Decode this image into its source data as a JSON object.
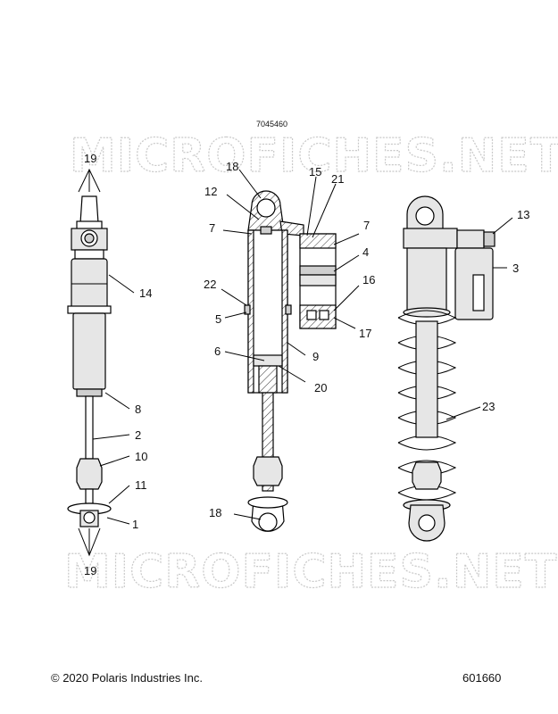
{
  "diagram_id": "7045460",
  "watermark": "MICROFICHES.NET",
  "footer": {
    "copyright": "© 2020 Polaris Industries Inc.",
    "doc_number": "601660"
  },
  "callouts": [
    "19",
    "14",
    "8",
    "2",
    "10",
    "11",
    "1",
    "19",
    "18",
    "12",
    "7",
    "22",
    "5",
    "6",
    "18",
    "15",
    "21",
    "7",
    "4",
    "16",
    "17",
    "9",
    "20",
    "13",
    "3",
    "23"
  ]
}
